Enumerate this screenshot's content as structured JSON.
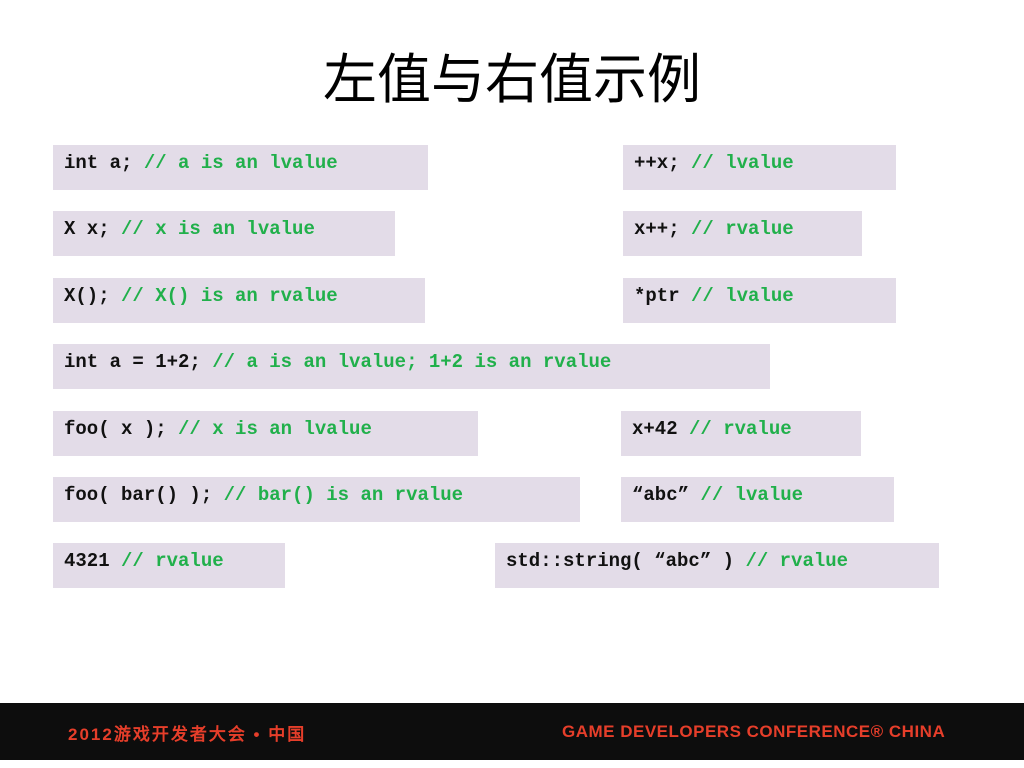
{
  "slide": {
    "title": "左值与右值示例"
  },
  "examples": [
    {
      "code": "int a; ",
      "comment": "// a is an lvalue"
    },
    {
      "code": "++x; ",
      "comment": "// lvalue"
    },
    {
      "code": "X x; ",
      "comment": "// x is an lvalue"
    },
    {
      "code": "x++; ",
      "comment": "// rvalue"
    },
    {
      "code": "X(); ",
      "comment": "// X() is an rvalue"
    },
    {
      "code": "*ptr ",
      "comment": "// lvalue"
    },
    {
      "code": "int a = 1+2; ",
      "comment": "// a is an lvalue; 1+2 is an rvalue"
    },
    {
      "code": "foo( x ); ",
      "comment": "// x is an lvalue"
    },
    {
      "code": "x+42 ",
      "comment": "// rvalue"
    },
    {
      "code": "foo( bar() ); ",
      "comment": "// bar() is an rvalue"
    },
    {
      "code": "“abc” ",
      "comment": "// lvalue"
    },
    {
      "code": "4321 ",
      "comment": "// rvalue"
    },
    {
      "code": "std::string( “abc” ) ",
      "comment": "// rvalue"
    }
  ],
  "footer": {
    "left": "2012游戏开发者大会 • 中国",
    "right": "GAME DEVELOPERS CONFERENCE® CHINA"
  },
  "colors": {
    "comment": "#21b04b",
    "box_background": "#e3dce8",
    "footer_background": "#0d0d0d",
    "footer_text": "#e63e2a"
  }
}
